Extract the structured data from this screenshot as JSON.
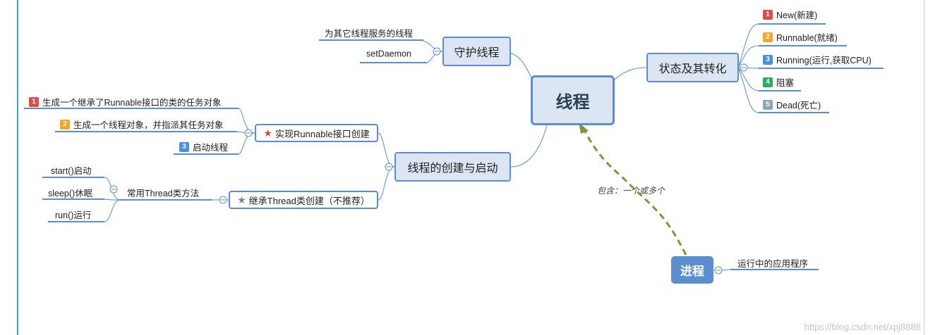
{
  "central": {
    "label": "线程"
  },
  "daemon": {
    "label": "守护线程",
    "items": [
      "为其它线程服务的线程",
      "setDaemon"
    ]
  },
  "states": {
    "label": "状态及其转化",
    "items": [
      {
        "num": "1",
        "label": "New(新建)",
        "color": "#e34b4b"
      },
      {
        "num": "2",
        "label": "Runnable(就绪)",
        "color": "#f5a623"
      },
      {
        "num": "3",
        "label": "Running(运行,获取CPU)",
        "color": "#4a90e2"
      },
      {
        "num": "4",
        "label": "阻塞",
        "color": "#27ae60"
      },
      {
        "num": "5",
        "label": "Dead(死亡)",
        "color": "#8aa9b8"
      }
    ]
  },
  "creation": {
    "label": "线程的创建与启动",
    "runnable": {
      "label": "实现Runnable接口创建",
      "icon": "red-star-icon",
      "steps": [
        {
          "num": "1",
          "label": "生成一个继承了Runnable接口的类的任务对象",
          "color": "#e34b4b"
        },
        {
          "num": "2",
          "label": "生成一个线程对象，并指派其任务对象",
          "color": "#f5a623"
        },
        {
          "num": "3",
          "label": "启动线程",
          "color": "#4a90e2"
        }
      ]
    },
    "thread": {
      "label": "继承Thread类创建（不推荐）",
      "icon": "gray-star-icon",
      "methods_label": "常用Thread类方法",
      "methods": [
        "start()启动",
        "sleep()休眠",
        "run()运行"
      ]
    }
  },
  "process": {
    "label": "进程",
    "detail": "运行中的应用程序"
  },
  "relation": {
    "label": "包含：一个或多个"
  },
  "watermark": "https://blog.csdn.net/xpj8888",
  "colors": {
    "node_border": "#5b8ed0",
    "node_fill": "#dbe5f3",
    "arrow": "#7a9a3a",
    "left_rule": "#3aa6c6"
  }
}
